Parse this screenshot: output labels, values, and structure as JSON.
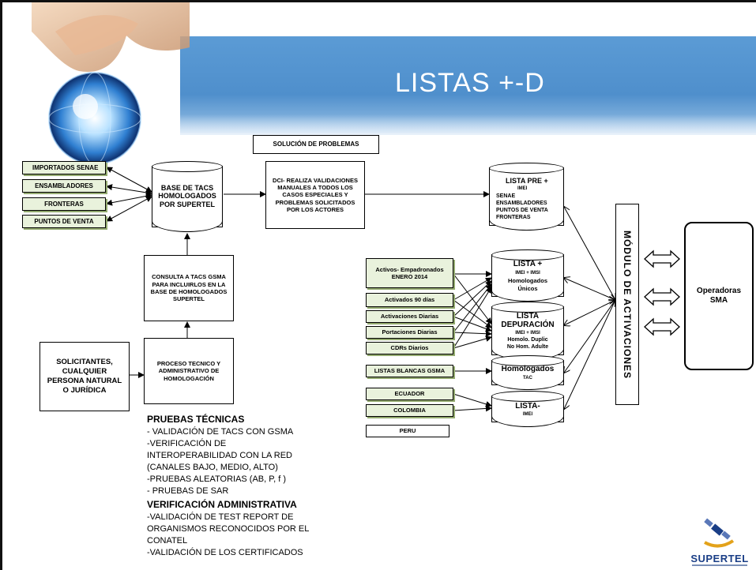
{
  "slide": {
    "title": "LISTAS +-D",
    "solucion": "SOLUCIÓN DE PROBLEMAS",
    "left_sources": [
      "IMPORTADOS SENAE",
      "ENSAMBLADORES",
      "FRONTERAS",
      "PUNTOS DE VENTA"
    ],
    "base_db": "BASE DE TACS HOMOLOGADOS POR SUPERTEL",
    "dci": "DCI- REALIZA VALIDACIONES MANUALES A TODOS LOS CASOS ESPECIALES Y PROBLEMAS SOLICITADOS POR LOS ACTORES",
    "consulta": "CONSULTA A TACS GSMA PARA INCLUIRLOS EN LA BASE DE HOMOLOGADOS SUPERTEL",
    "solicitantes": "SOLICITANTES, CUALQUIER PERSONA NATURAL O JURÍDICA",
    "proceso": "PROCESO TECNICO Y ADMINISTRATIVO DE HOMOLOGACIÓN",
    "pruebas": {
      "heading": "PRUEBAS TÉCNICAS",
      "lines": [
        "- VALIDACIÓN DE TACS CON GSMA",
        "-VERIFICACIÓN DE",
        "INTEROPERABILIDAD CON LA RED",
        "(CANALES BAJO, MEDIO, ALTO)",
        "-PRUEBAS ALEATORIAS (AB, P, f )",
        "- PRUEBAS DE SAR"
      ],
      "heading2": "VERIFICACIÓN ADMINISTRATIVA",
      "lines2": [
        "-VALIDACIÓN DE TEST REPORT DE",
        "ORGANISMOS RECONOCIDOS POR EL",
        "CONATEL",
        "-VALIDACIÓN DE LOS CERTIFICADOS"
      ]
    },
    "lista_pre": {
      "title": "LISTA PRE +",
      "sub": "IMEI",
      "items": [
        "SENAE",
        "ENSAMBLADORES",
        "PUNTOS DE VENTA",
        "FRONTERAS"
      ]
    },
    "right_inputs": [
      "Activos- Empadronados ENERO 2014",
      "Activados 90 días",
      "Activaciones Diarias",
      "Portaciones Diarias",
      "CDRs Diarios",
      "LISTAS BLANCAS GSMA",
      "ECUADOR",
      "COLOMBIA",
      "PERU"
    ],
    "lista_plus": {
      "title": "LISTA +",
      "sub": "IMEI + IMSI",
      "l1": "Homologados",
      "l2": "Únicos"
    },
    "lista_dep": {
      "title1": "LISTA",
      "title2": "DEPURACIÓN",
      "sub": "IMEI + IMSI",
      "l1": "Homolo. Duplic",
      "l2": "No Hom. Adulte"
    },
    "homologados": {
      "title": "Homologados",
      "sub": "TAC"
    },
    "lista_minus": {
      "title": "LISTA-",
      "sub": "IMEI"
    },
    "modulo": "MÓDULO DE ACTIVACIONES",
    "operadoras": "Operadoras SMA",
    "logo_text": "SUPERTEL",
    "colors": {
      "banner": "#5b9bd5",
      "green_box": "#e9f2dc",
      "title_text": "#ffffff"
    }
  }
}
